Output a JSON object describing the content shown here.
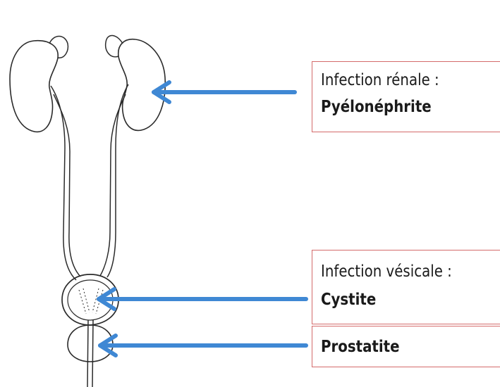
{
  "colors": {
    "arrow": "#3f88d4",
    "box_border": "#d46a6a",
    "outline": "#2b2b2b"
  },
  "labels": {
    "kidney": {
      "heading": "Infection rénale :",
      "term": "Pyélonéphrite"
    },
    "bladder": {
      "heading": "Infection vésicale :",
      "term": "Cystite"
    },
    "prostate": {
      "term": "Prostatite"
    }
  }
}
